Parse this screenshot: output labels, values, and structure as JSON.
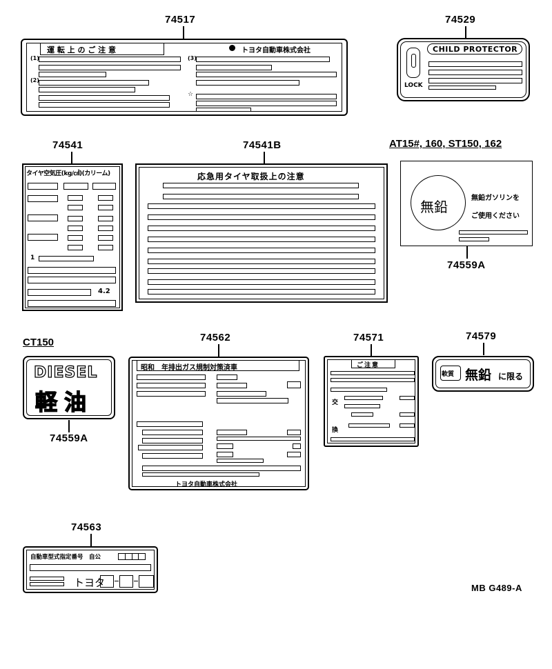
{
  "parts": {
    "p74517": "74517",
    "p74529": "74529",
    "p74541": "74541",
    "p74541b": "74541B",
    "p74559a_1": "74559A",
    "p74559a_2": "74559A",
    "p74562": "74562",
    "p74571": "74571",
    "p74579": "74579",
    "p74563": "74563"
  },
  "notes": {
    "models_at": "AT15#, 160, ST150, 162",
    "model_ct": "CT150"
  },
  "labels": {
    "l74517_heading": "運 転 上 の ご 注 意",
    "l74517_maker": "トヨタ自動車株式会社",
    "l74517_n1": "(1)",
    "l74517_n2": "(2)",
    "l74517_n3": "(3)",
    "l74517_star": "☆",
    "l74529_title": "CHILD PROTECTOR",
    "l74529_lock": "LOCK",
    "l74541_title": "タイヤ空気圧(kg/㎠)(カリーム)",
    "l74541_1": "1",
    "l74541_42": "4.2",
    "l74541b_title": "応急用タイヤ取扱上の注意",
    "l74559_unleaded": "無鉛",
    "l74559_text1": "無鉛ガソリンを",
    "l74559_text2": "ご使用ください",
    "diesel_en": "DIESEL",
    "diesel_jp": "軽油",
    "l74562_title": "昭和　年排出ガス規制対策済車",
    "l74562_maker": "トヨタ自動車株式会社",
    "l74571_title": "ご注意",
    "l74571_k1": "交",
    "l74571_k2": "換",
    "l74579_small": "軟質",
    "l74579_big": "無鉛",
    "l74579_tail": "に限る",
    "l74563_title": "自動車型式指定番号　自公",
    "l74563_toyota": "トヨタ"
  },
  "drawing_code": "MB G489-A"
}
